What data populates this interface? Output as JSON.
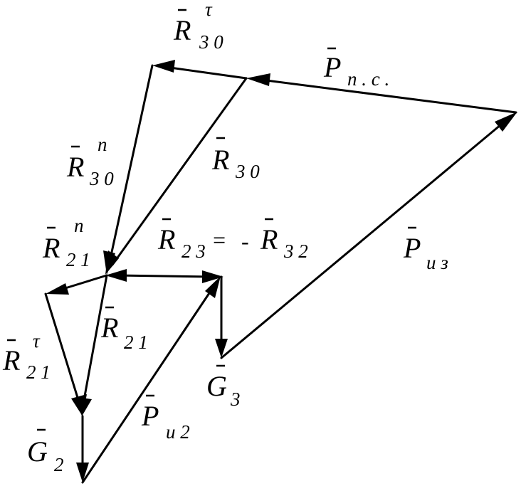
{
  "diagram": {
    "labels": {
      "r30tau": {
        "main": "R",
        "sub": "3 0",
        "sup": "τ"
      },
      "p_pc": {
        "main": "P",
        "sub": "п . с ."
      },
      "r30n": {
        "main": "R",
        "sub": "3 0",
        "sup": "n"
      },
      "r30": {
        "main": "R",
        "sub": "3 0"
      },
      "r21n": {
        "main": "R",
        "sub": "2 1",
        "sup": "n"
      },
      "r23": {
        "main": "R",
        "sub": "2 3",
        "eq": "=",
        "minus": "-"
      },
      "r32": {
        "main": "R",
        "sub": "3 2"
      },
      "pu3": {
        "main": "P",
        "sub": "и з"
      },
      "r21": {
        "main": "R",
        "sub": "2 1"
      },
      "r21tau": {
        "main": "R",
        "sub": "2 1",
        "sup": "τ"
      },
      "g3": {
        "main": "G",
        "sub": "3"
      },
      "pu2": {
        "main": "P",
        "sub": "и 2"
      },
      "g2": {
        "main": "G",
        "sub": "2"
      }
    }
  }
}
